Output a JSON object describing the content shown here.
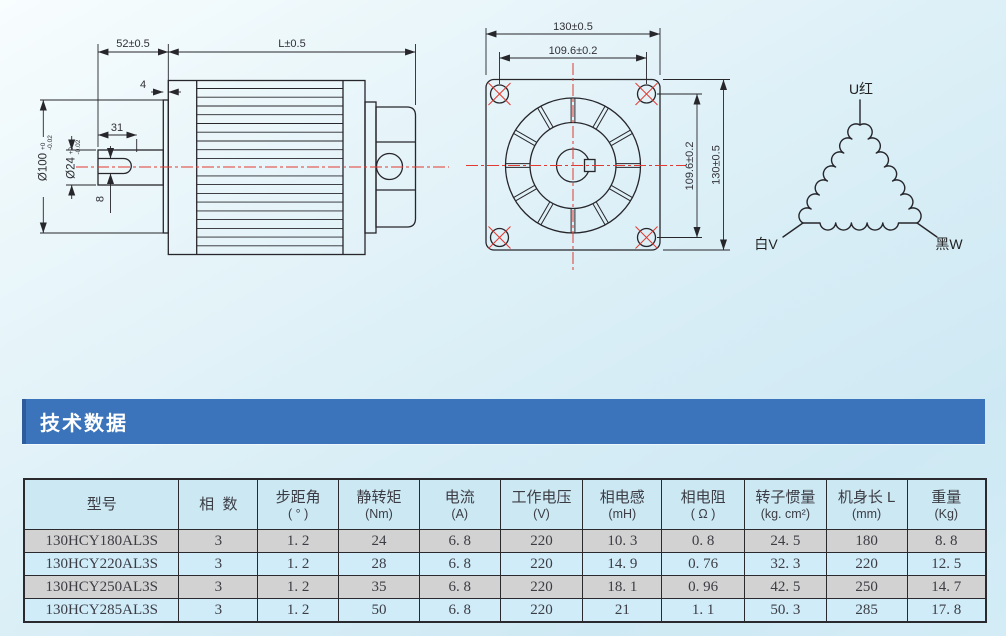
{
  "colors": {
    "page_bg_light": "#f8fdfe",
    "page_bg_blue": "#cfe9f4",
    "section_bar": "#3b74ba",
    "section_bar_edge": "#2d5c9c",
    "table_header_bg": "#cbe8f3",
    "table_row_gray": "#d2d2d2",
    "table_row_blue": "#cfecf8",
    "table_border": "#2a2a2e",
    "drawing_line": "#26262b",
    "centerline_red": "#e23a30"
  },
  "drawings": {
    "side_view": {
      "dims": {
        "front_length": "52±0.5",
        "body_length": "L±0.5",
        "pilot_depth": "4",
        "key_length": "31",
        "pilot_diameter": "Ø100",
        "pilot_tol_upper": "+0",
        "pilot_tol_lower": "-0.02",
        "shaft_diameter": "Ø24",
        "shaft_tol_upper": "+0",
        "shaft_tol_lower": "-0.02",
        "key_width": "8"
      }
    },
    "front_view": {
      "dims": {
        "flange_width": "130±0.5",
        "hole_spacing_top": "109.6±0.2",
        "hole_spacing_side": "109.6±0.2",
        "flange_height": "130±0.5"
      }
    },
    "winding_diagram": {
      "terminal_u": "U红",
      "terminal_v": "白V",
      "terminal_w": "黑W"
    }
  },
  "section": {
    "title": "技术数据"
  },
  "table": {
    "headers": [
      {
        "l1": "型号",
        "l2": ""
      },
      {
        "l1": "相  数",
        "l2": ""
      },
      {
        "l1": "步距角",
        "l2": "( ° )"
      },
      {
        "l1": "静转矩",
        "l2": "(Nm)"
      },
      {
        "l1": "电流",
        "l2": "(A)"
      },
      {
        "l1": "工作电压",
        "l2": "(V)"
      },
      {
        "l1": "相电感",
        "l2": "(mH)"
      },
      {
        "l1": "相电阻",
        "l2": "( Ω )"
      },
      {
        "l1": "转子惯量",
        "l2": "(kg. cm²)"
      },
      {
        "l1": "机身长 L",
        "l2": "(mm)"
      },
      {
        "l1": "重量",
        "l2": "(Kg)"
      }
    ],
    "rows": [
      {
        "cells": [
          "130HCY180AL3S",
          "3",
          "1. 2",
          "24",
          "6. 8",
          "220",
          "10. 3",
          "0. 8",
          "24. 5",
          "180",
          "8. 8"
        ]
      },
      {
        "cells": [
          "130HCY220AL3S",
          "3",
          "1. 2",
          "28",
          "6. 8",
          "220",
          "14. 9",
          "0. 76",
          "32. 3",
          "220",
          "12. 5"
        ]
      },
      {
        "cells": [
          "130HCY250AL3S",
          "3",
          "1. 2",
          "35",
          "6. 8",
          "220",
          "18. 1",
          "0. 96",
          "42. 5",
          "250",
          "14. 7"
        ]
      },
      {
        "cells": [
          "130HCY285AL3S",
          "3",
          "1. 2",
          "50",
          "6. 8",
          "220",
          "21",
          "1. 1",
          "50. 3",
          "285",
          "17. 8"
        ]
      }
    ]
  }
}
